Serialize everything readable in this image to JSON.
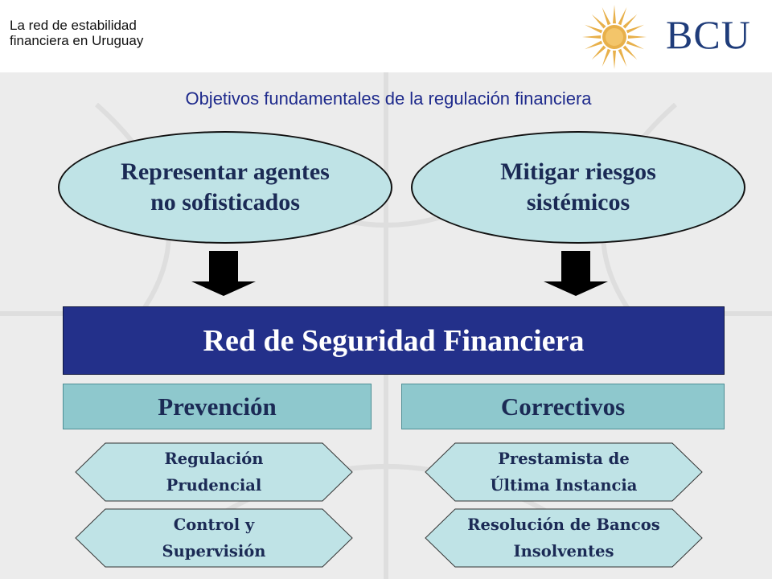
{
  "header": {
    "title_line1": "La red de estabilidad",
    "title_line2": "financiera en Uruguay",
    "logo_text": "BCU"
  },
  "subtitle": "Objetivos fundamentales de la regulación financiera",
  "objectives": [
    {
      "line1": "Representar agentes",
      "line2": "no sofisticados"
    },
    {
      "line1": "Mitigar riesgos",
      "line2": "sistémicos"
    }
  ],
  "main_bar": "Red de Seguridad Financiera",
  "categories": [
    {
      "title": "Prevención",
      "items": [
        {
          "line1": "Regulación",
          "line2": "Prudencial"
        },
        {
          "line1": "Control y",
          "line2": "Supervisión"
        }
      ]
    },
    {
      "title": "Correctivos",
      "items": [
        {
          "line1": "Prestamista de",
          "line2": "Última Instancia"
        },
        {
          "line1": "Resolución de Bancos",
          "line2": "Insolventes"
        }
      ]
    }
  ],
  "colors": {
    "ellipse_fill": "#bfe3e6",
    "main_bar": "#23308a",
    "category_fill": "#8ec8cd",
    "text_dark": "#1b2a55",
    "subtitle": "#1e2a8c",
    "logo_sun": "#e8b04a"
  }
}
